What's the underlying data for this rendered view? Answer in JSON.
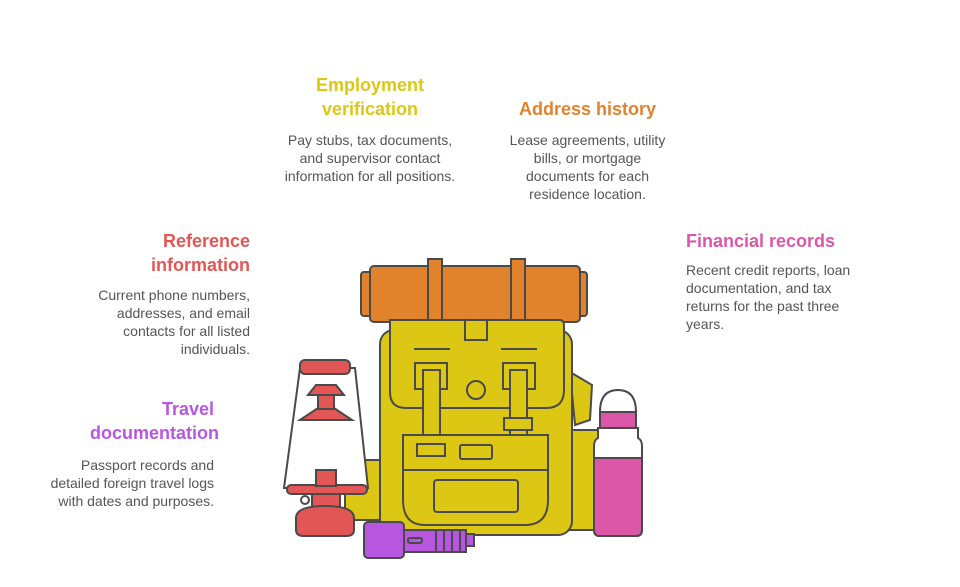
{
  "items": [
    {
      "key": "employment",
      "title": "Employment verification",
      "body": "Pay stubs, tax documents, and supervisor contact information for all positions.",
      "color": "#DCC814"
    },
    {
      "key": "address",
      "title": "Address history",
      "body": "Lease agreements, utility bills, or mortgage documents for each residence location.",
      "color": "#E0832C"
    },
    {
      "key": "reference",
      "title": "Reference information",
      "body": "Current phone numbers, addresses, and email contacts for all listed individuals.",
      "color": "#E35656"
    },
    {
      "key": "financial",
      "title": "Financial records",
      "body": "Recent credit reports, loan documentation, and tax returns for the past three years.",
      "color": "#DD57A8"
    },
    {
      "key": "travel",
      "title": "Travel documentation",
      "body": "Passport records and detailed foreign travel logs with dates and purposes.",
      "color": "#B757DF"
    }
  ]
}
